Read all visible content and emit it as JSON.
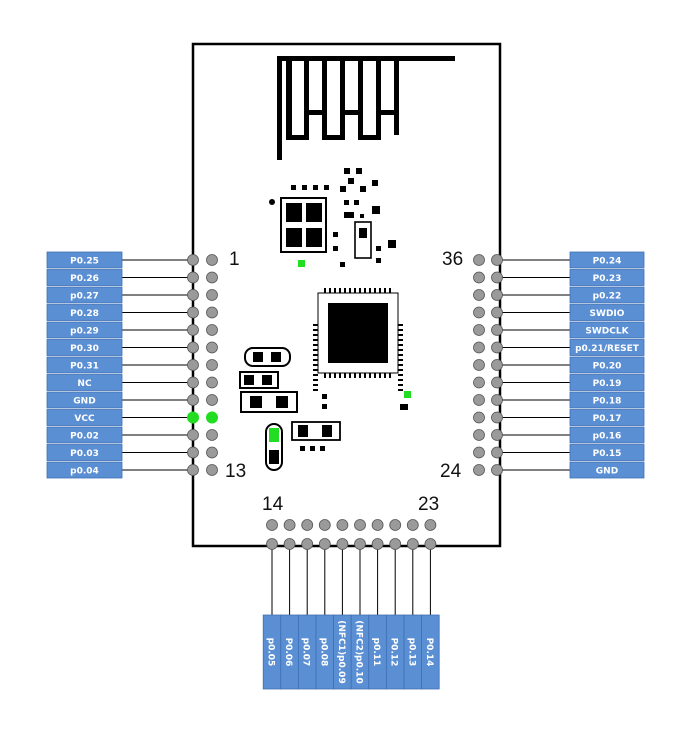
{
  "colors": {
    "label_fill": "#5b8fd4",
    "label_border": "#3f6fb5",
    "label_text": "#ffffff",
    "pad": "#9a9a9a",
    "pad_highlight": "#22dd22",
    "outline": "#000000"
  },
  "pin_numbers": {
    "top_left": "1",
    "bottom_left": "13",
    "top_right": "36",
    "bottom_right": "24",
    "bottom_first": "14",
    "bottom_last": "23"
  },
  "left_pins": [
    "P0.25",
    "P0.26",
    "p0.27",
    "P0.28",
    "p0.29",
    "P0.30",
    "P0.31",
    "NC",
    "GND",
    "VCC",
    "P0.02",
    "P0.03",
    "p0.04"
  ],
  "right_pins": [
    "P0.24",
    "P0.23",
    "p0.22",
    "SWDIO",
    "SWDCLK",
    "p0.21/RESET",
    "P0.20",
    "P0.19",
    "P0.18",
    "P0.17",
    "p0.16",
    "P0.15",
    "GND"
  ],
  "bottom_pins": [
    "p0.05",
    "P0.06",
    "p0.07",
    "p0.08",
    "(NFC1)p0.09",
    "(NFC2)p0.10",
    "p0.11",
    "P0.12",
    "p0.13",
    "P0.14"
  ],
  "highlighted_pins": [
    "VCC"
  ]
}
